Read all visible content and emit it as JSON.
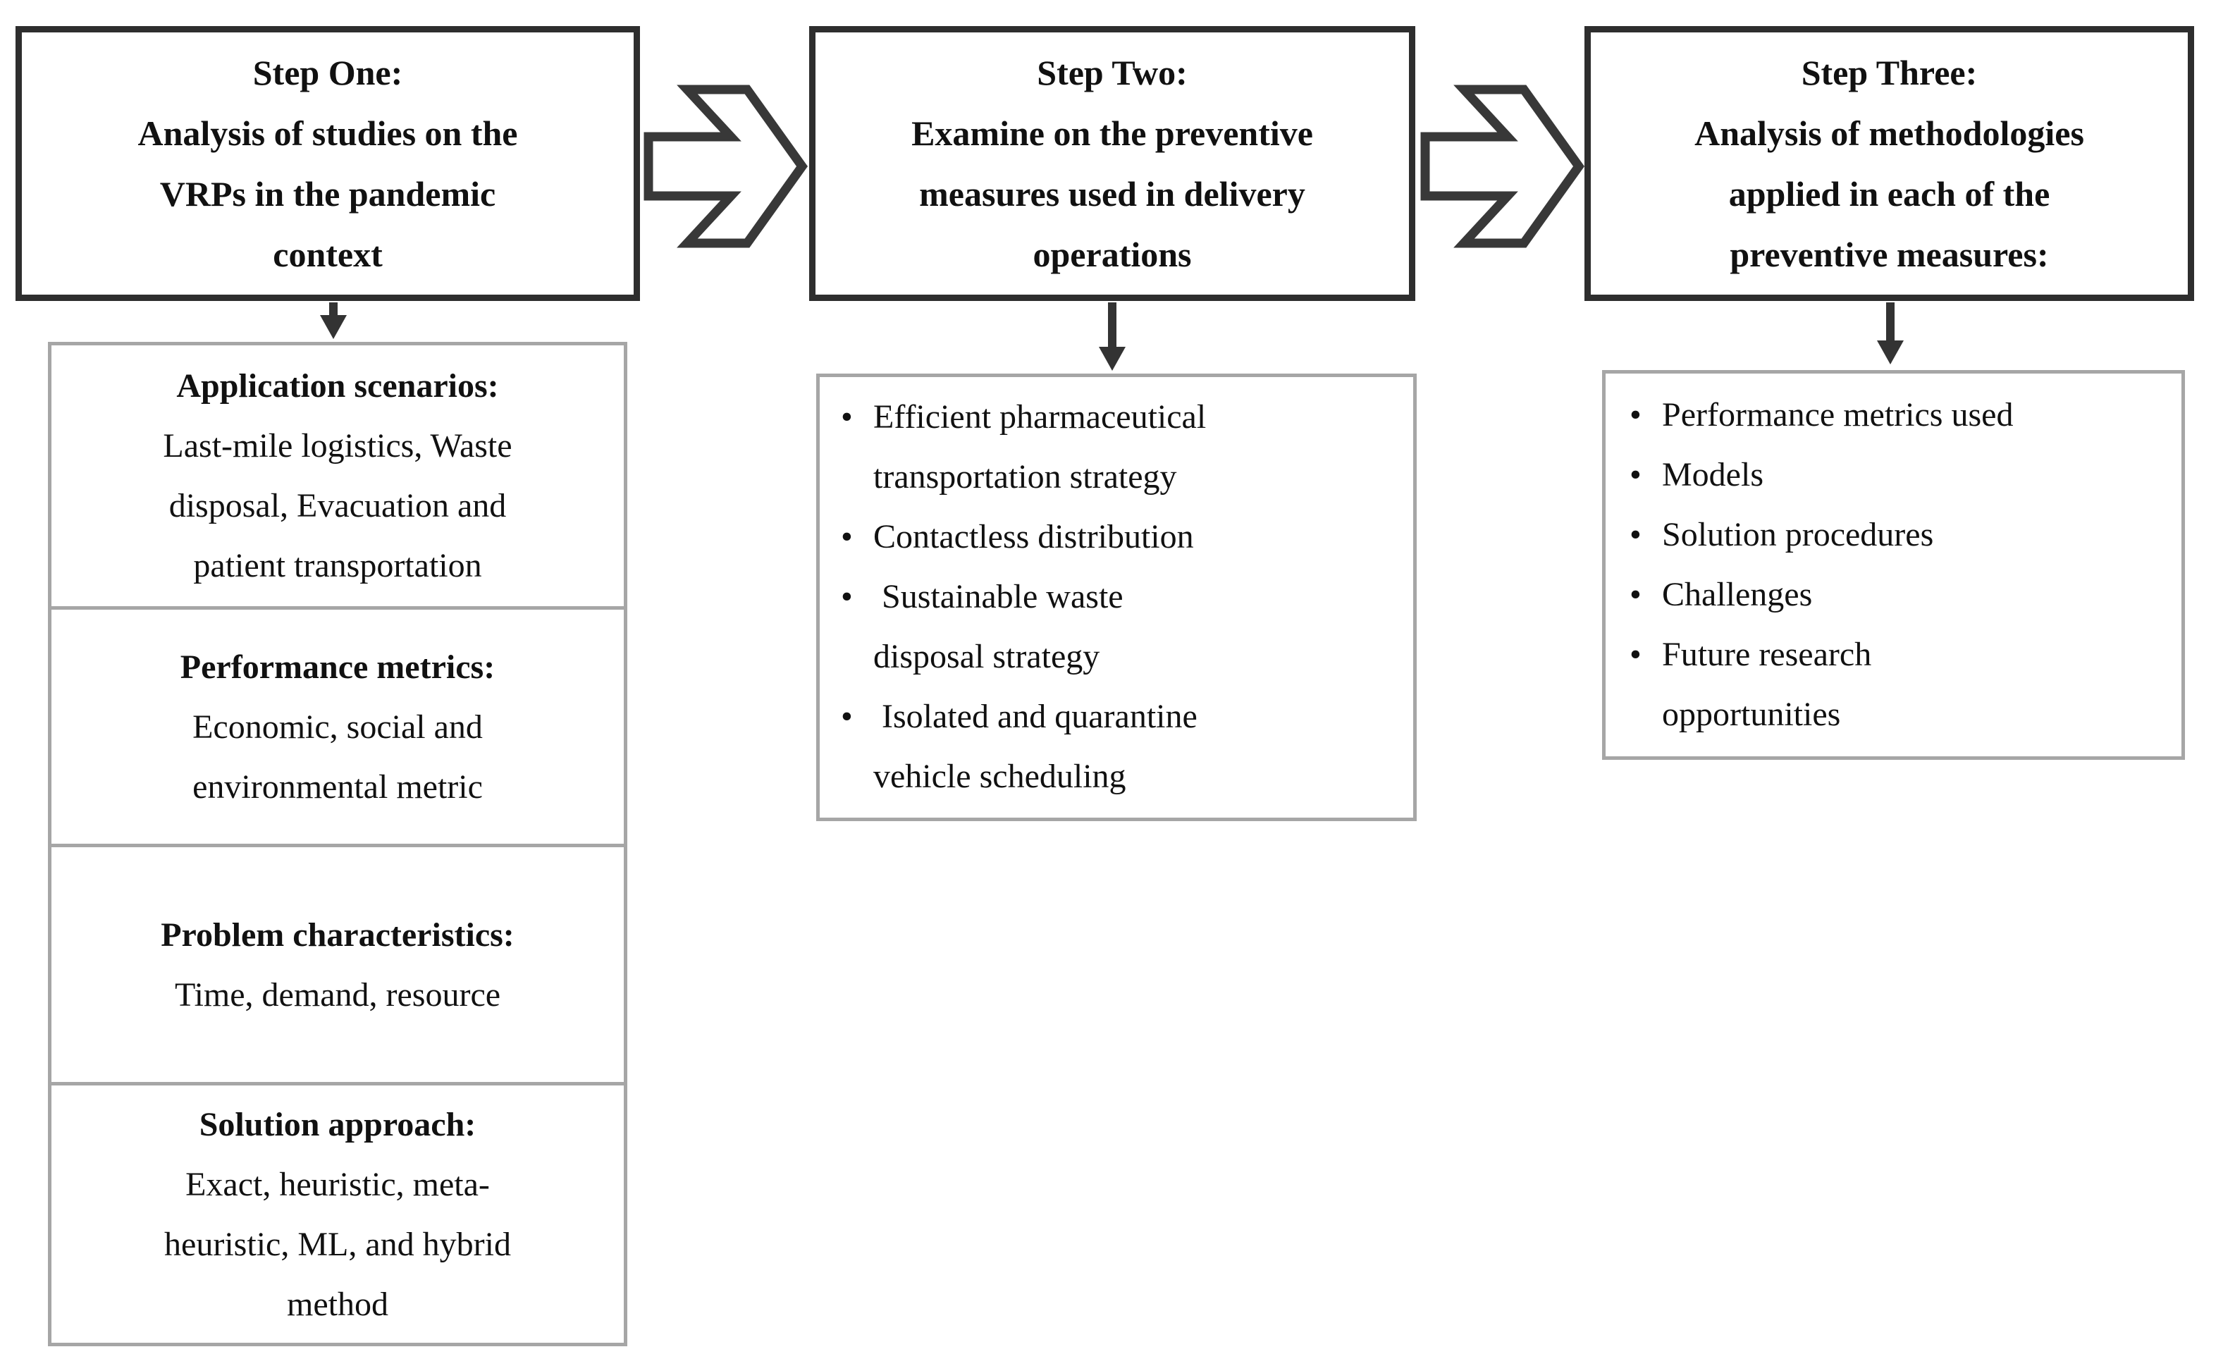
{
  "bullet_char": "•",
  "colors": {
    "background": "#ffffff",
    "step_box_border": "#2e2e2e",
    "content_box_border": "#a6a6a6",
    "arrow": "#383838",
    "text": "#111111"
  },
  "steps": [
    {
      "lines": [
        "Step One:",
        "Analysis of studies on the",
        "VRPs in the pandemic",
        "context"
      ]
    },
    {
      "lines": [
        "Step Two:",
        "Examine on the preventive",
        "measures used in delivery",
        "operations"
      ]
    },
    {
      "lines": [
        "Step Three:",
        "Analysis of methodologies",
        "applied in each of the",
        "preventive measures:"
      ]
    }
  ],
  "step_one_details": {
    "sections": [
      {
        "title": "Application scenarios:",
        "lines": [
          "Last-mile logistics, Waste",
          "disposal, Evacuation and",
          "patient transportation"
        ]
      },
      {
        "title": "Performance metrics:",
        "lines": [
          "Economic, social and",
          "environmental metric"
        ]
      },
      {
        "title": "Problem characteristics:",
        "lines": [
          "Time, demand, resource"
        ]
      },
      {
        "title": "Solution approach:",
        "lines": [
          "Exact, heuristic, meta-",
          "heuristic, ML, and hybrid",
          "method"
        ]
      }
    ]
  },
  "step_two_details": {
    "bullets": [
      {
        "lines": [
          "Efficient pharmaceutical",
          "transportation strategy"
        ]
      },
      {
        "lines": [
          "Contactless distribution"
        ]
      },
      {
        "lines": [
          " Sustainable waste",
          "disposal strategy"
        ]
      },
      {
        "lines": [
          " Isolated and quarantine",
          "vehicle scheduling"
        ]
      }
    ]
  },
  "step_three_details": {
    "bullets": [
      {
        "lines": [
          "Performance metrics used"
        ]
      },
      {
        "lines": [
          "Models"
        ]
      },
      {
        "lines": [
          "Solution procedures"
        ]
      },
      {
        "lines": [
          "Challenges"
        ]
      },
      {
        "lines": [
          "Future research",
          "opportunities"
        ]
      }
    ]
  }
}
